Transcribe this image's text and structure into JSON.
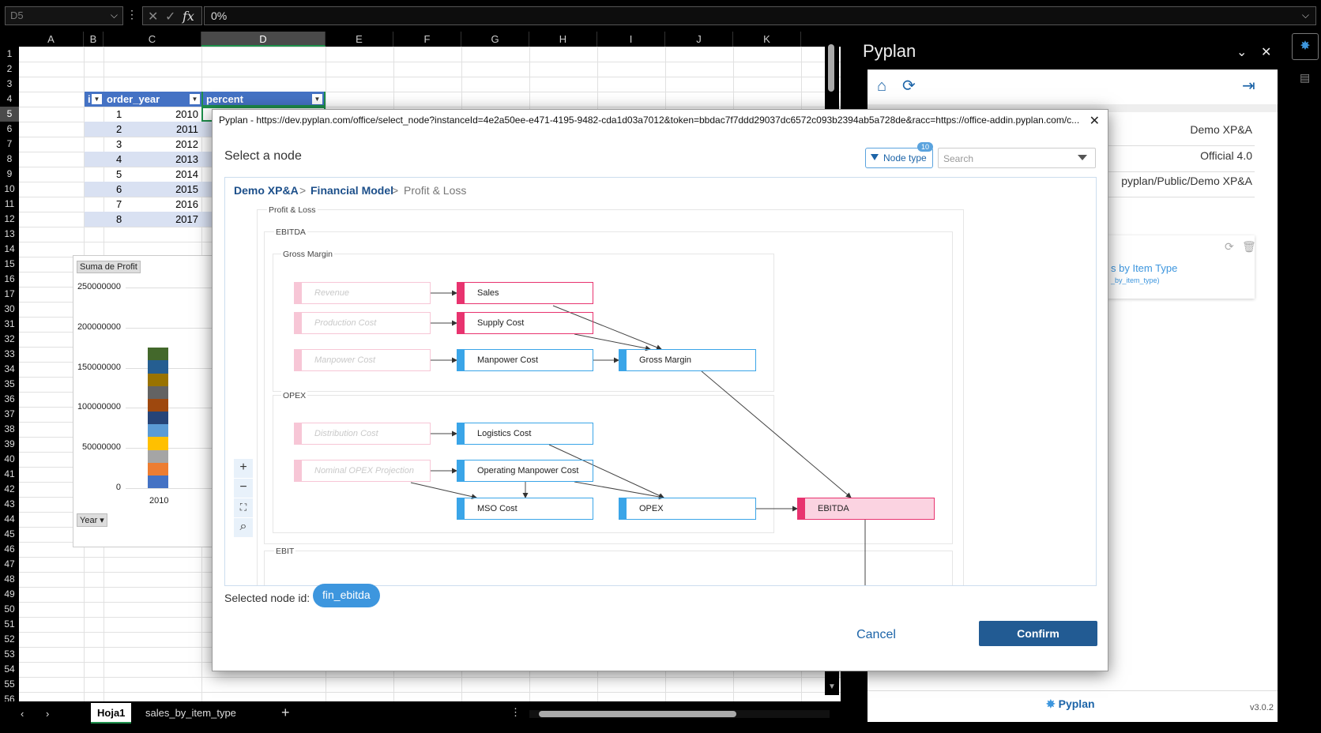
{
  "excel": {
    "name_box": "D5",
    "formula_value": "0%",
    "columns": [
      "A",
      "B",
      "C",
      "D",
      "E",
      "F",
      "G",
      "H",
      "I",
      "J",
      "K"
    ],
    "rows": [
      "1",
      "2",
      "3",
      "4",
      "5",
      "6",
      "7",
      "8",
      "9",
      "10",
      "11",
      "12",
      "13",
      "14",
      "15",
      "16",
      "17",
      "30",
      "31",
      "32",
      "33",
      "34",
      "35",
      "36",
      "37",
      "38",
      "39",
      "40",
      "41",
      "42",
      "43",
      "44",
      "45",
      "46",
      "47",
      "48",
      "49",
      "50",
      "51",
      "52",
      "53",
      "54",
      "55",
      "56"
    ],
    "table": {
      "headers": [
        "i",
        "order_year",
        "percent"
      ],
      "rows": [
        [
          "1",
          "2010"
        ],
        [
          "2",
          "2011"
        ],
        [
          "3",
          "2012"
        ],
        [
          "4",
          "2013"
        ],
        [
          "5",
          "2014"
        ],
        [
          "6",
          "2015"
        ],
        [
          "7",
          "2016"
        ],
        [
          "8",
          "2017"
        ]
      ]
    },
    "pivot_chart": {
      "field_button": "Suma de Profit",
      "axis_button": "Year",
      "x_label": "2010",
      "y_ticks": [
        "250000000",
        "200000000",
        "150000000",
        "100000000",
        "50000000",
        "0"
      ]
    },
    "sheet_tabs": [
      "Hoja1",
      "sales_by_item_type"
    ],
    "active_sheet": "Hoja1"
  },
  "chart_data": {
    "type": "bar",
    "categories": [
      "2010"
    ],
    "ylim": [
      0,
      250000000
    ],
    "stacked_segment_colors": [
      "#4472c4",
      "#ed7d31",
      "#a5a5a5",
      "#ffc000",
      "#5b9bd5",
      "#264478",
      "#9e480e",
      "#636363",
      "#997300",
      "#255e91",
      "#43682b"
    ],
    "stack_total": 175000000
  },
  "taskpane": {
    "title": "Pyplan",
    "rows": [
      "Demo XP&A",
      "Official 4.0",
      "pyplan/Public/Demo XP&A"
    ],
    "card_title": "s by Item Type",
    "card_subtitle": "_by_item_type)",
    "footer_brand": "Pyplan",
    "version": "v3.0.2"
  },
  "dialog": {
    "title": "Pyplan - https://dev.pyplan.com/office/select_node?instanceId=4e2a50ee-e471-4195-9482-cda1d03a7012&token=bbdac7f7ddd29037dc6572c093b2394ab5a728de&racc=https://office-addin.pyplan.com/c...",
    "heading": "Select a node",
    "node_type_label": "Node type",
    "node_type_count": "10",
    "search_placeholder": "Search",
    "breadcrumb": [
      "Demo XP&A",
      "Financial Model",
      "Profit & Loss"
    ],
    "breadcrumb_sep": ">",
    "groups": {
      "pl": "Profit & Loss",
      "ebitda": "EBITDA",
      "gm": "Gross Margin",
      "opex": "OPEX",
      "ebit": "EBIT"
    },
    "nodes": {
      "revenue": "Revenue",
      "production_cost": "Production Cost",
      "manpower_cost_in": "Manpower Cost",
      "distribution_cost": "Distribution Cost",
      "nominal_opex": "Nominal OPEX Projection",
      "sales": "Sales",
      "supply_cost": "Supply Cost",
      "manpower_cost": "Manpower Cost",
      "logistics_cost": "Logistics Cost",
      "operating_manpower": "Operating Manpower Cost",
      "mso_cost": "MSO Cost",
      "gross_margin": "Gross Margin",
      "opex": "OPEX",
      "ebitda": "EBITDA"
    },
    "zoom": {
      "plus": "+",
      "minus": "−",
      "fit": "⛶",
      "search": "⌕"
    },
    "selected_label": "Selected node id:",
    "selected_id": "fin_ebitda",
    "cancel": "Cancel",
    "confirm": "Confirm"
  },
  "colors": {
    "accent": "#1c64a8",
    "pink": "#e8336f",
    "blue": "#3aa5e8",
    "table_header": "#4472c4"
  }
}
